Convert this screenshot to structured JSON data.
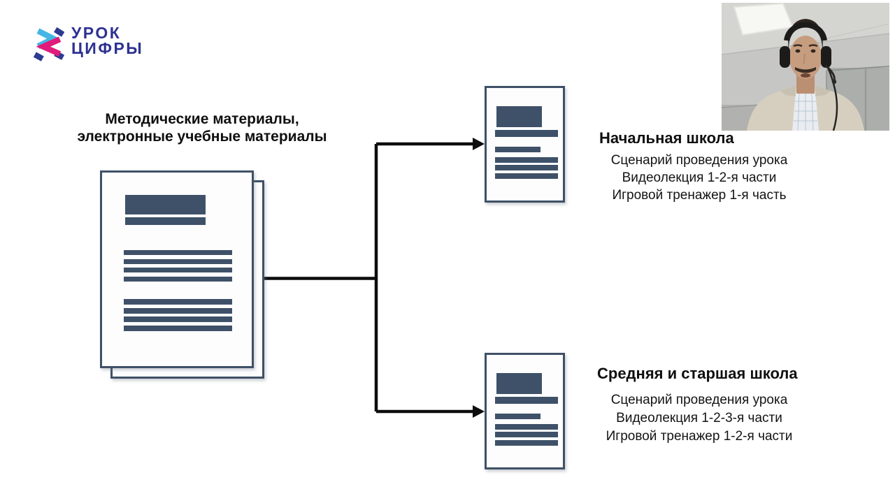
{
  "logo": {
    "line1": "УРОК",
    "line2": "ЦИФРЫ"
  },
  "slide": {
    "source": {
      "title_line1": "Методические материалы,",
      "title_line2": "электронные учебные материалы"
    },
    "branches": {
      "primary": {
        "heading": "Начальная школа",
        "items": [
          "Сценарий проведения урока",
          "Видеолекция 1-2-я части",
          "Игровой тренажер 1-я часть"
        ]
      },
      "secondary": {
        "heading": "Средняя и старшая школа",
        "items": [
          "Сценарий проведения урока",
          "Видеолекция 1-2-3-я части",
          "Игровой тренажер 1-2-я части"
        ]
      }
    }
  },
  "colors": {
    "logo_navy": "#2c3a92",
    "logo_cyan": "#45b5e5",
    "logo_magenta": "#e01b7b",
    "logo_text": "#2e3192",
    "doc_fill": "#3e5168",
    "doc_border": "#3f5166",
    "connector": "#0d0d0d"
  }
}
